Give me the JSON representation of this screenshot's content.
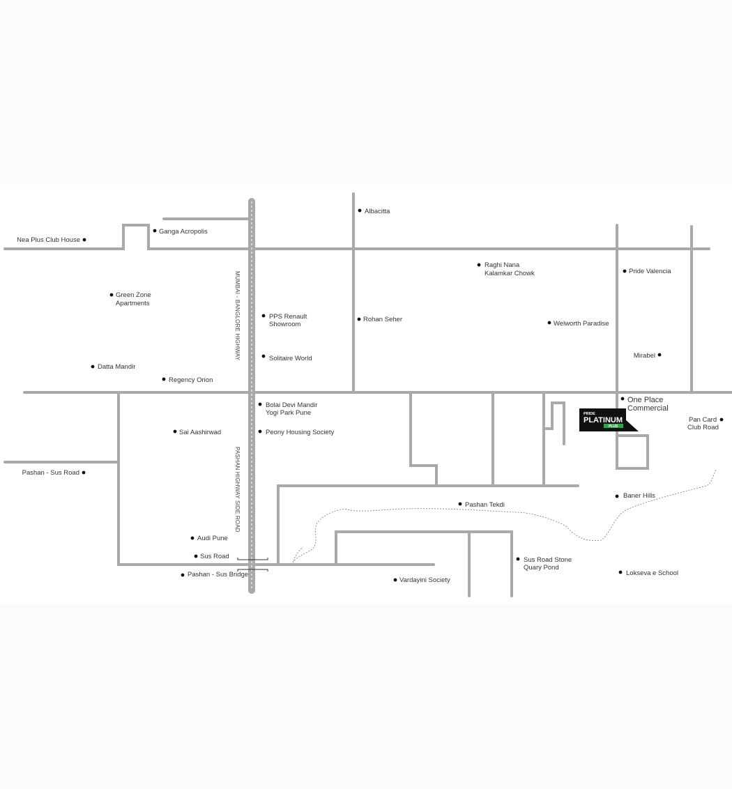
{
  "map": {
    "highways": {
      "north": "MUMBAI - BANGLORE HIGHWAY",
      "south": "PASHAN HIGHWAY SIDE ROAD"
    },
    "logo": {
      "top": "PRIDE",
      "main": "PLATINUM",
      "bottom": "PLUS"
    },
    "colors": {
      "road": "#a9a9a9",
      "text": "#333333",
      "logo_bg": "#111111",
      "logo_accent": "#2aa84a"
    },
    "places": {
      "nea_plus_club_house": "Nea Plus Club House",
      "ganga_acropolis": "Ganga Acropolis",
      "albacitta": "Albacitta",
      "raghi_nana_1": "Raghi Nana",
      "raghi_nana_2": "Kalamkar Chowk",
      "pride_valencia": "Pride Valencia",
      "green_zone_1": "Green Zone",
      "green_zone_2": "Apartments",
      "pps_renault_1": "PPS Renault",
      "pps_renault_2": "Showroom",
      "rohan_seher": "Rohan Seher",
      "welworth_paradise": "Welworth Paradise",
      "mirabel": "Mirabel",
      "datta_mandir": "Datta Mandir",
      "solitaire_world": "Solitaire World",
      "regency_orion": "Regency Orion",
      "one_place_1": "One Place",
      "one_place_2": "Commercial",
      "bolai_devi_1": "Bolai Devi Mandir",
      "bolai_devi_2": "Yogi Park Pune",
      "pan_card_1": "Pan Card",
      "pan_card_2": "Club Road",
      "sai_aashirwad": "Sai Aashirwad",
      "peony_housing": "Peony Housing Society",
      "pashan_sus_road": "Pashan - Sus Road",
      "baner_hills": "Baner Hills",
      "pashan_tekdi": "Pashan Tekdi",
      "audi_pune": "Audi Pune",
      "sus_road": "Sus Road",
      "sus_road_stone_1": "Sus Road Stone",
      "sus_road_stone_2": "Quary Pond",
      "pashan_sus_bridge": "Pashan - Sus Bridge",
      "vardayini_society": "Vardayini Society",
      "lokseva_school": "Lokseva e School"
    }
  }
}
